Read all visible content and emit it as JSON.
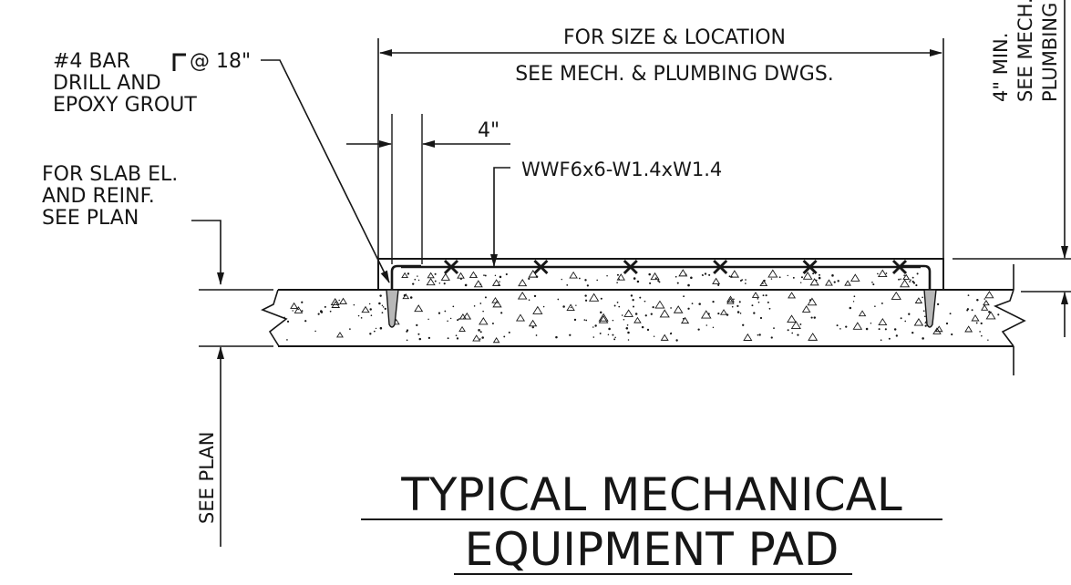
{
  "colors": {
    "ink": "#161616",
    "paper": "#ffffff",
    "grout": "#b8b8b8"
  },
  "labels": {
    "size_location_1": "FOR SIZE & LOCATION",
    "size_location_2": "SEE MECH. & PLUMBING DWGS.",
    "bar_1": "#4 BAR",
    "bar_1b": "@ 18\"",
    "bar_2": "DRILL AND",
    "bar_3": "EPOXY GROUT",
    "dim_4in": "4\"",
    "slab_1": "FOR SLAB EL.",
    "slab_2": "AND REINF.",
    "slab_3": "SEE PLAN",
    "wwf": "WWF6x6-W1.4xW1.4",
    "height_1": "4\" MIN.",
    "height_2": "SEE MECH. &",
    "height_3": "PLUMBING DWGS.",
    "see_plan_vertical": "SEE PLAN"
  },
  "title": {
    "line1": "TYPICAL MECHANICAL",
    "line2": "EQUIPMENT PAD"
  },
  "icons": {
    "bar_hook": "hook-bar-icon",
    "rebar_section": "x-mark-icon"
  },
  "rebar_count": 6
}
